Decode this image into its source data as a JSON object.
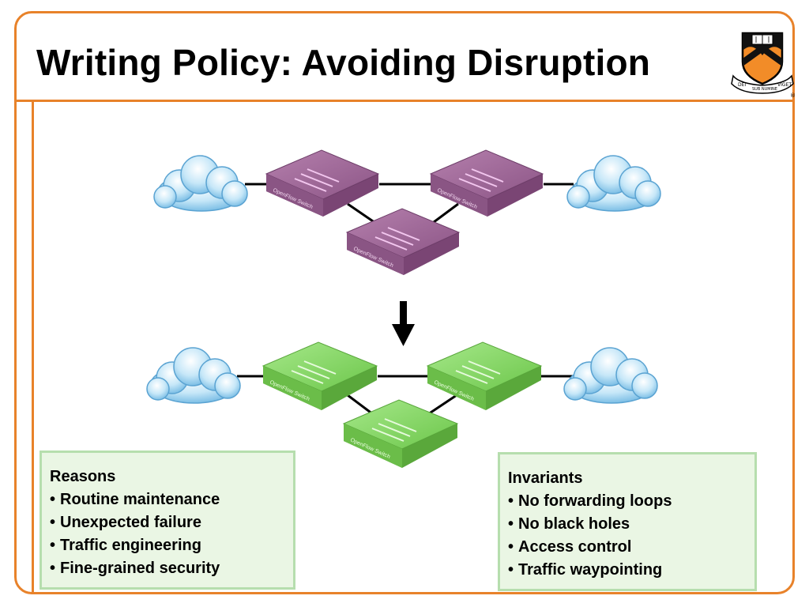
{
  "slide": {
    "title": "Writing Policy: Avoiding Disruption",
    "colors": {
      "accent": "#e8822a",
      "box_fill": "#eaf6e4",
      "box_border": "#b6deae",
      "switch_before": "#9a5f94",
      "switch_after": "#7fcf5f",
      "cloud": "#a8d8f2"
    }
  },
  "diagram": {
    "switch_label": "OpenFlow Switch",
    "before_state_icon": "purple-openflow-switch",
    "after_state_icon": "green-openflow-switch",
    "transition_icon": "down-arrow-icon"
  },
  "logo": {
    "motto_left": "DEI",
    "motto_center": "SUB NUMINE",
    "motto_right": "VIGET",
    "registered": "®"
  },
  "reasons": {
    "heading": "Reasons",
    "items": [
      "Routine maintenance",
      "Unexpected failure",
      "Traffic engineering",
      "Fine-grained security"
    ]
  },
  "invariants": {
    "heading": "Invariants",
    "items": [
      "No forwarding loops",
      "No black holes",
      "Access control",
      "Traffic waypointing"
    ]
  }
}
